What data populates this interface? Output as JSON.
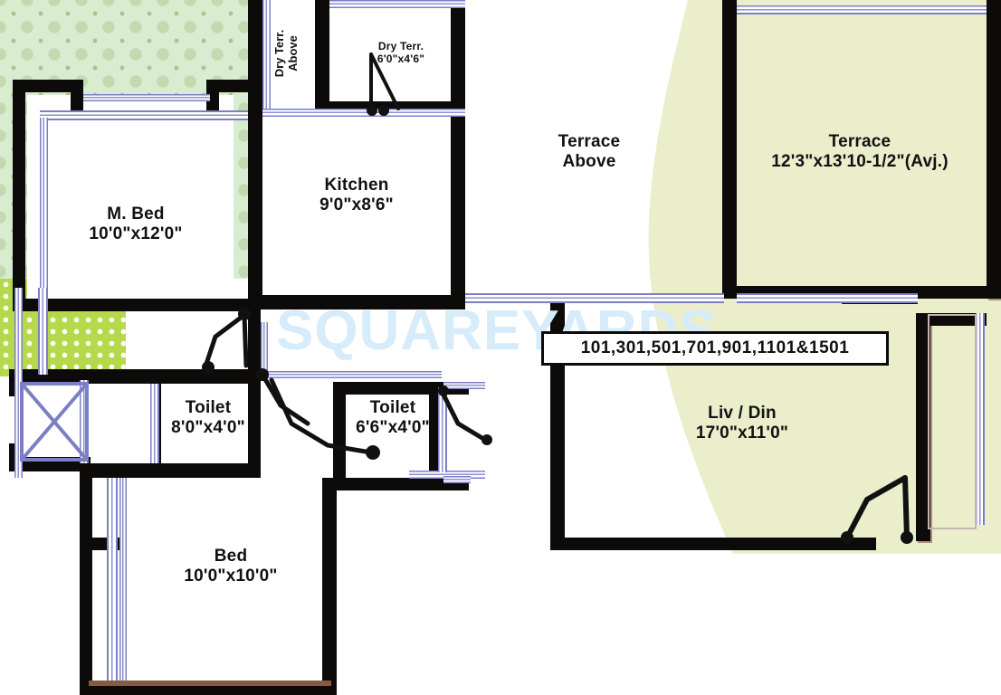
{
  "plan": {
    "watermark": "SQUAREYARDS",
    "unit_numbers": "101,301,501,701,901,1101&1501",
    "colors": {
      "wall": "#0d0b0a",
      "window": "#7b7fc4",
      "terrace_fill": "#d8ecd0",
      "dry_terrace_fill": "#b5d94a",
      "shade": "#eaeecb",
      "watermark": "#d6ecfa"
    },
    "rooms": [
      {
        "id": "m-bed",
        "name": "M. Bed",
        "dimensions": "10'0\"x12'0\""
      },
      {
        "id": "kitchen",
        "name": "Kitchen",
        "dimensions": "9'0\"x8'6\""
      },
      {
        "id": "dry-terrace",
        "name": "Dry Terr.",
        "dimensions": "6'0\"x4'6\""
      },
      {
        "id": "terrace-above",
        "name": "Terrace",
        "dimensions": "Above"
      },
      {
        "id": "terrace",
        "name": "Terrace",
        "dimensions": "12'3\"x13'10-1/2\"(Avj.)"
      },
      {
        "id": "toilet-1",
        "name": "Toilet",
        "dimensions": "8'0\"x4'0\""
      },
      {
        "id": "toilet-2",
        "name": "Toilet",
        "dimensions": "6'6\"x4'0\""
      },
      {
        "id": "liv-din",
        "name": "Liv / Din",
        "dimensions": "17'0\"x11'0\""
      },
      {
        "id": "bed",
        "name": "Bed",
        "dimensions": "10'0\"x10'0\""
      }
    ],
    "annotations": [
      {
        "id": "dry-terr-above",
        "line1": "Dry Terr.",
        "line2": "Above"
      }
    ]
  }
}
